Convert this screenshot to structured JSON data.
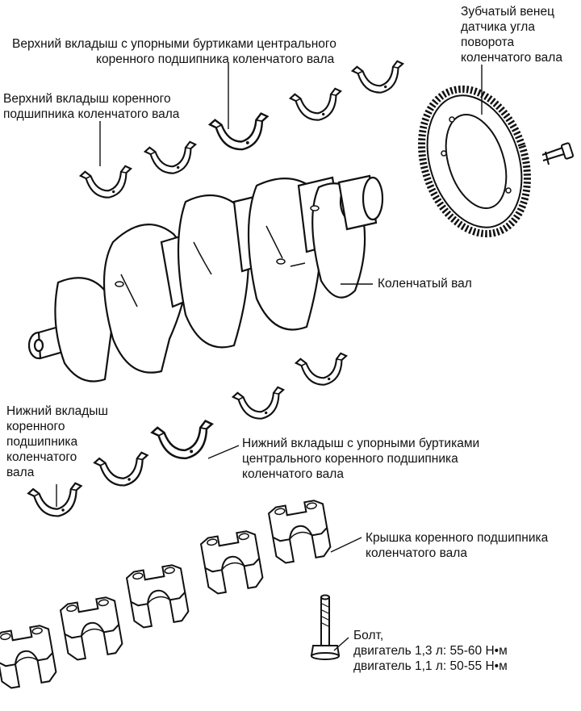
{
  "labels": {
    "upper_thrust_shell": [
      "Верхний вкладыш с упорными буртиками центрального",
      "коренного подшипника коленчатого вала"
    ],
    "upper_shell": [
      "Верхний вкладыш коренного",
      "подшипника коленчатого вала"
    ],
    "ring_gear": [
      "Зубчатый венец",
      "датчика угла",
      "поворота",
      "коленчатого вала"
    ],
    "crankshaft": [
      "Коленчатый вал"
    ],
    "lower_shell": [
      "Нижний вкладыш",
      "коренного",
      "подшипника",
      "коленчатого",
      "вала"
    ],
    "lower_thrust_shell": [
      "Нижний вкладыш с упорными буртиками",
      "центрального коренного подшипника",
      "коленчатого вала"
    ],
    "bearing_cap": [
      "Крышка коренного подшипника",
      "коленчатого вала"
    ],
    "bolt": [
      "Болт,",
      "двигатель 1,3 л: 55-60 Н•м",
      "двигатель 1,1 л: 50-55 Н•м"
    ]
  },
  "colors": {
    "ink": "#111111",
    "paper": "#ffffff"
  }
}
